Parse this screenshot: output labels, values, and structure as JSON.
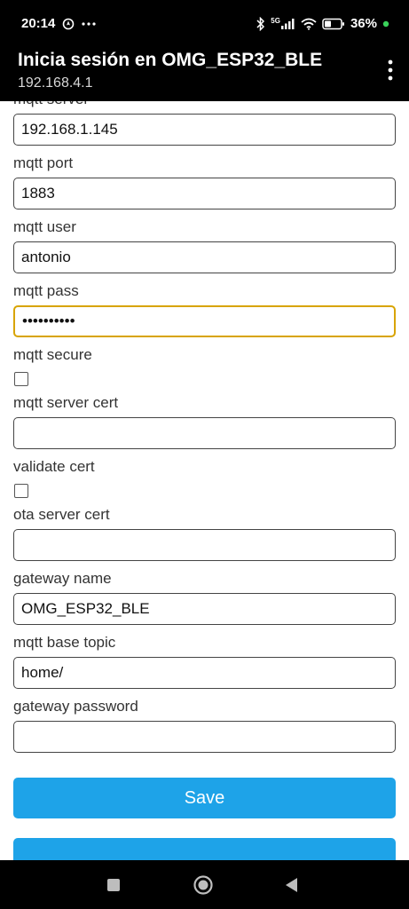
{
  "status": {
    "time": "20:14",
    "battery": "36%",
    "network": "5G"
  },
  "app": {
    "title": "Inicia sesión en OMG_ESP32_BLE",
    "subtitle": "192.168.4.1"
  },
  "form": {
    "mqtt_server": {
      "label": "mqtt server",
      "value": "192.168.1.145"
    },
    "mqtt_port": {
      "label": "mqtt port",
      "value": "1883"
    },
    "mqtt_user": {
      "label": "mqtt user",
      "value": "antonio"
    },
    "mqtt_pass": {
      "label": "mqtt pass",
      "value": "••••••••••"
    },
    "mqtt_secure": {
      "label": "mqtt secure",
      "checked": false
    },
    "mqtt_server_cert": {
      "label": "mqtt server cert",
      "value": ""
    },
    "validate_cert": {
      "label": "validate cert",
      "checked": false
    },
    "ota_server_cert": {
      "label": "ota server cert",
      "value": ""
    },
    "gateway_name": {
      "label": "gateway name",
      "value": "OMG_ESP32_BLE"
    },
    "mqtt_base_topic": {
      "label": "mqtt base topic",
      "value": "home/"
    },
    "gateway_password": {
      "label": "gateway password",
      "value": ""
    },
    "save_label": "Save"
  },
  "colors": {
    "accent": "#1ea3e8",
    "focus": "#d8a400"
  }
}
